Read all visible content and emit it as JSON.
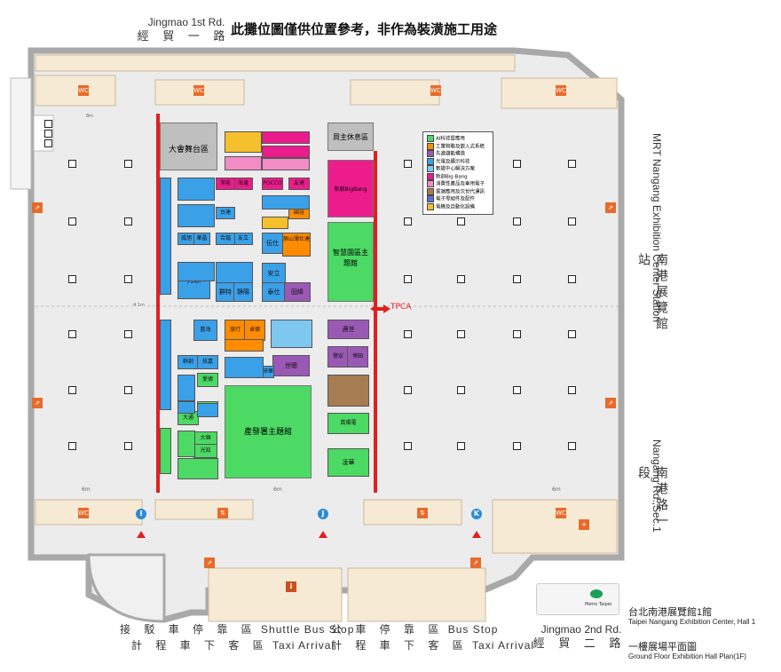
{
  "header": {
    "road_top_en": "Jingmao 1st Rd.",
    "road_top_zh": "經 貿 一 路",
    "notice": "此攤位圖僅供位置參考，非作為裝潢施工用途"
  },
  "right_side": {
    "station_en": "MRT Nangang Exhibition Center Station",
    "station_zh": "南港展覽館站",
    "road_en": "Nangang Rd.,Sec.1",
    "road_zh": "南港路一段"
  },
  "zones": {
    "stage": "大會舞台區",
    "buyer_lounge": "買主休息區",
    "bigbang": "新創BigBang",
    "smart_pavilion": "智慧園區主題館",
    "industry_pavilion": "產發署主題館",
    "tpca": "TPCA"
  },
  "booths": {
    "b1": "力麒",
    "b2": "群特",
    "b3": "静陽",
    "b4": "伍仕",
    "b5": "辰山薄仕達",
    "b6": "安立",
    "b7": "泰仕",
    "b8": "固緯",
    "b9": "邁世",
    "b10": "警宏",
    "b11": "世聰",
    "b12": "博田",
    "b13": "凌華",
    "b14": "喬陽電",
    "b15": "大頓",
    "b16": "光知",
    "b17": "大通",
    "b18": "旅行",
    "b19": "卓德",
    "b20": "藍海",
    "b21": "群創",
    "b22": "技嘉",
    "b23": "台達",
    "b24": "友立",
    "b25": "合諧",
    "b26": "威旭",
    "b27": "華晶",
    "b28": "研華",
    "b29": "愛德",
    "b30": "巨大",
    "b31": "海邊",
    "b32": "潔能",
    "b33": "圓谷",
    "b34": "POCCO",
    "b35": "友達"
  },
  "legend": {
    "items": [
      {
        "label": "AI科技暨應用",
        "color": "#4cd964"
      },
      {
        "label": "工業物聯及嵌入式系統",
        "color": "#ff8c00"
      },
      {
        "label": "先進儲能構造",
        "color": "#9b59b6"
      },
      {
        "label": "光電及顯示科技",
        "color": "#3aa0e8"
      },
      {
        "label": "數據中心解決方案",
        "color": "#7ec8f0"
      },
      {
        "label": "新創Big Bang",
        "color": "#ec1c8c"
      },
      {
        "label": "消費性產品及車用電子",
        "color": "#f28cc5"
      },
      {
        "label": "雲端應用及次世代通訊",
        "color": "#a67c52"
      },
      {
        "label": "電子零組件及配件",
        "color": "#5b6fd6"
      },
      {
        "label": "電機及自動化設備",
        "color": "#f5c02c"
      }
    ]
  },
  "distances": {
    "d1": "4.1m",
    "d2": "6m",
    "d3": "6m",
    "d4": "6m",
    "d5": "8m"
  },
  "gates": {
    "i": "I",
    "j": "J",
    "k": "K"
  },
  "bottom": {
    "shuttle_zh": "接 駁 車 停 靠 區",
    "shuttle_en": "Shuttle Bus Stop",
    "taxi1_zh": "計 程 車 下 客 區",
    "taxi1_en": "Taxi Arrival",
    "bus_zh": "公 車 停 靠 區",
    "bus_en": "Bus Stop",
    "taxi2_zh": "計 程 車 下 客 區",
    "taxi2_en": "Taxi Arrival",
    "road_en": "Jingmao 2nd Rd.",
    "road_zh": "經 貿 二 路"
  },
  "caption": {
    "hall_zh": "台北南港展覽館1館",
    "hall_en": "Taipei Nangang Exhibition Center, Hall 1",
    "plan_zh": "一樓展場平面圖",
    "plan_en": "Ground Floor Exhibition Hall Plan(1F)",
    "logo_text": "Metro Taipei"
  }
}
